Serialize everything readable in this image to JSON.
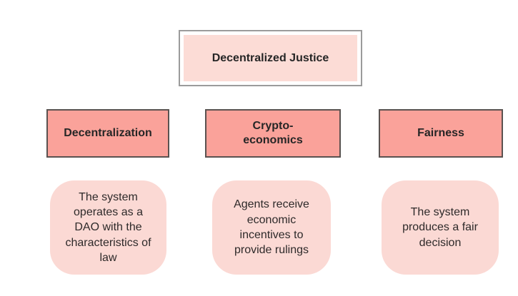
{
  "diagram": {
    "title_node": {
      "label": "Decentralized Justice"
    },
    "columns": [
      {
        "header": "Decentralization",
        "description": "The system\noperates as a\nDAO with the\ncharacteristics of\nlaw"
      },
      {
        "header": "Crypto-\neconomics",
        "description": "Agents receive\neconomic\nincentives to\nprovide rulings"
      },
      {
        "header": "Fairness",
        "description": "The system\nproduces a fair\ndecision"
      }
    ]
  },
  "colors": {
    "root_fill": "#fcdcd6",
    "root_border": "#9b9b9b",
    "header_fill": "#faa29a",
    "header_border": "#5a5250",
    "description_fill": "#fbd9d4",
    "text": "#262626"
  }
}
